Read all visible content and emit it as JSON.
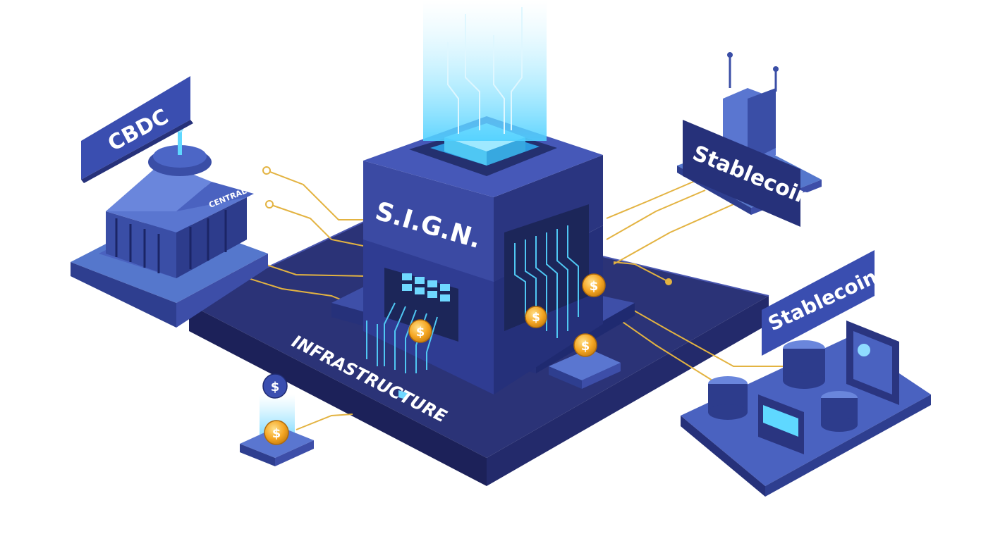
{
  "labels": {
    "cbdc": "CBDC",
    "central_bank": "CENTRAL BANK",
    "sign": "S.I.G.N.",
    "infrastructure": "INFRASTRUCTURE",
    "stablecoin_top": "Stablecoin",
    "stablecoin_right": "Stablecoin"
  },
  "coin_symbol": "$",
  "colors": {
    "platform_top": "#2b3377",
    "platform_side": "#1c2159",
    "tower": "#3b4aa3",
    "tower_dark": "#2a3580",
    "label_box": "#3a4eb0",
    "light": "#5fd8ff",
    "wire": "#e3b341",
    "coin": "#f5a623"
  }
}
